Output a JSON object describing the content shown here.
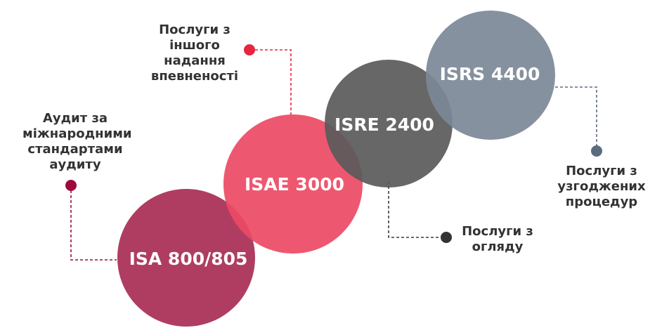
{
  "circles": [
    {
      "id": "isa",
      "label": "ISA 800/805",
      "color": "#a82d55"
    },
    {
      "id": "isae",
      "label": "ISAE 3000",
      "color": "#ec4a64"
    },
    {
      "id": "isre",
      "label": "ISRE 2400",
      "color": "#5a5a5a"
    },
    {
      "id": "isrs",
      "label": "ISRS 4400",
      "color": "#7c8897"
    }
  ],
  "annotations": {
    "audit": {
      "text": "Аудит за\nміжнародними\nстандартами\nаудиту",
      "color": "#a00a3a"
    },
    "assurance": {
      "text": "Послуги з\nіншого\nнадання\nвпевненості",
      "color": "#e8253f"
    },
    "review": {
      "text": "Послуги з\nогляду",
      "color": "#333333"
    },
    "agreed": {
      "text": "Послуги з\nузгоджених\nпроцедур",
      "color": "#5c6b80"
    }
  }
}
